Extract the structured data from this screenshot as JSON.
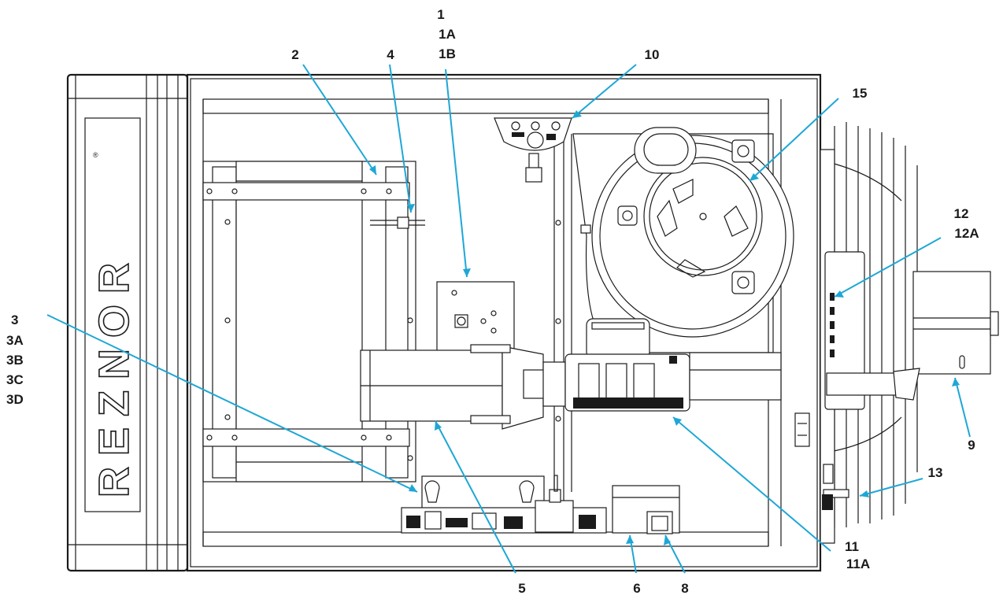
{
  "brand": {
    "logo_text": "REZNOR"
  },
  "colors": {
    "leader": "#1ea7d6",
    "linework": "#1b1b1b",
    "label_text": "#1a1a1a",
    "background": "#ffffff"
  },
  "callouts": {
    "c1": [
      "1",
      "1A",
      "1B"
    ],
    "c2": [
      "2"
    ],
    "c3": [
      "3",
      "3A",
      "3B",
      "3C",
      "3D"
    ],
    "c4": [
      "4"
    ],
    "c5": [
      "5"
    ],
    "c6": [
      "6"
    ],
    "c8": [
      "8"
    ],
    "c9": [
      "9"
    ],
    "c10": [
      "10"
    ],
    "c11": [
      "11",
      "11A"
    ],
    "c12": [
      "12",
      "12A"
    ],
    "c13": [
      "13"
    ],
    "c15": [
      "15"
    ]
  }
}
